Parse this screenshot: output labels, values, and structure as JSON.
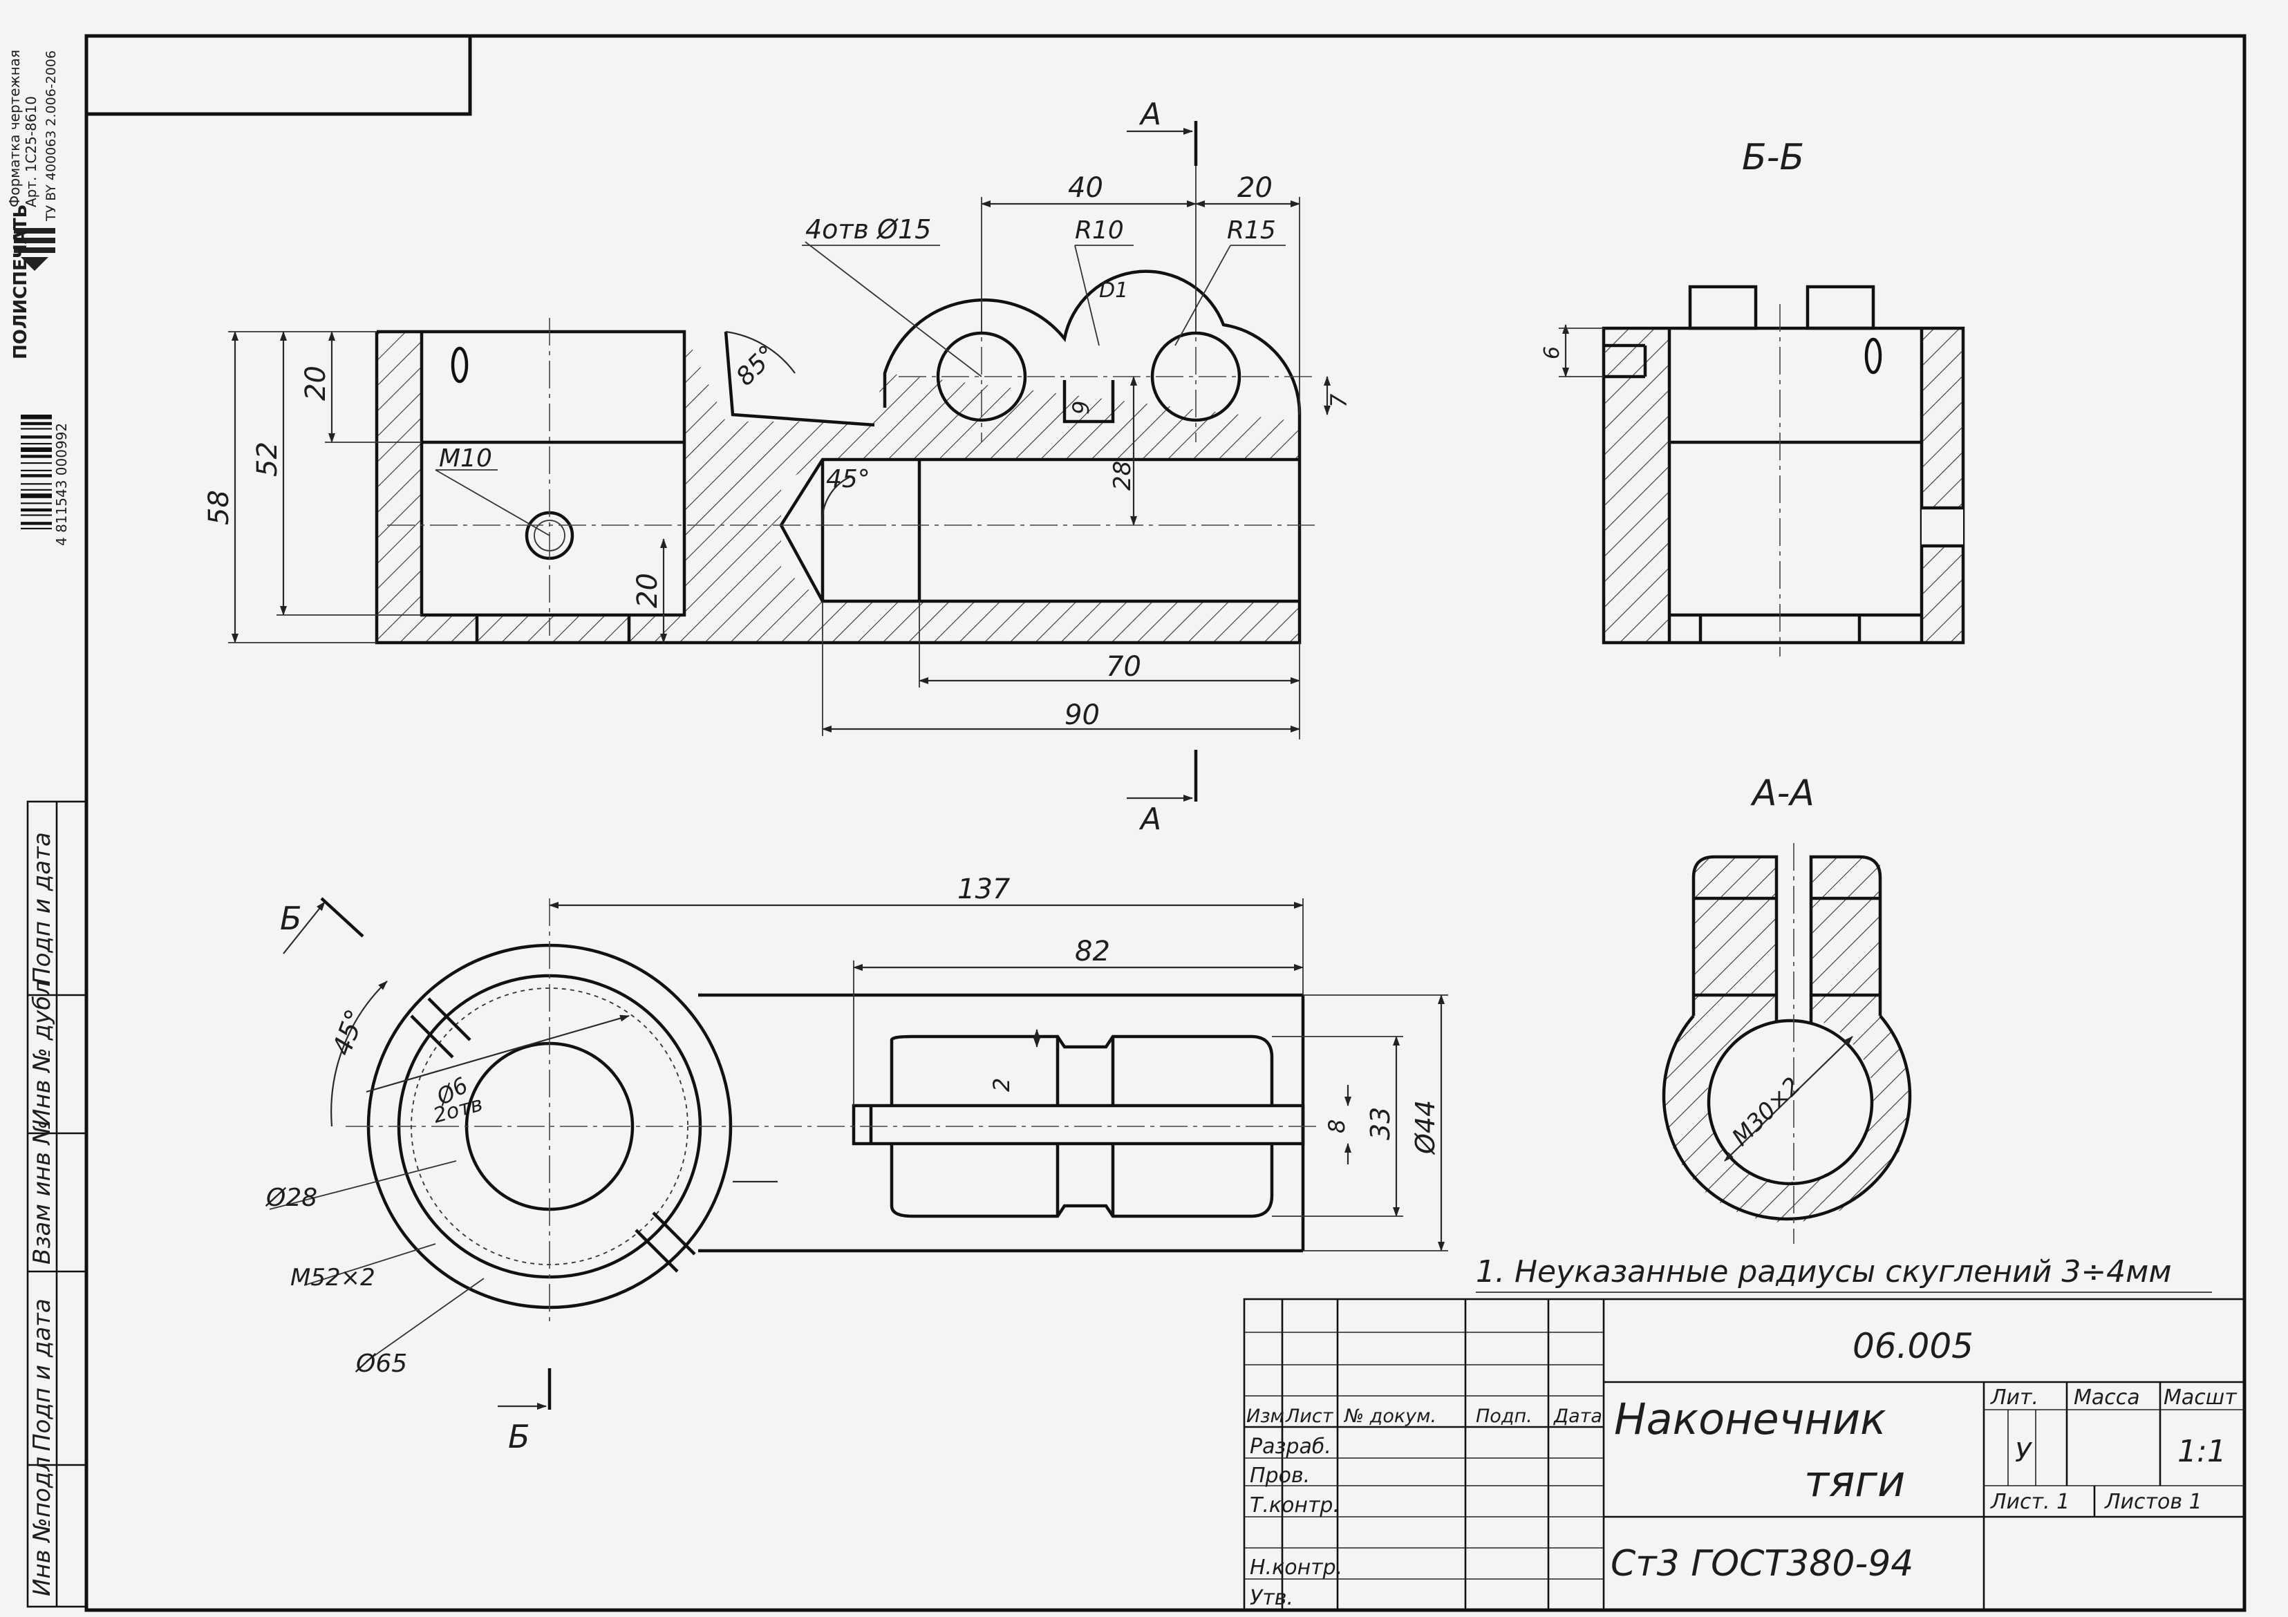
{
  "manufacturer": {
    "brand": "ПОЛИСПЕЧАТЬ",
    "product": "Форматка чертежная",
    "article": "Арт. 1С25-8610",
    "spec": "ТУ BY 400063 2.006-2006",
    "barcode_number": "4 811543 000992"
  },
  "side_stamp": {
    "cells": [
      "Инв №подл",
      "Подп и дата",
      "Взам инв №",
      "Инв № дубл",
      "Подп и дата"
    ]
  },
  "views": {
    "section_bb_title": "Б-Б",
    "section_aa_title": "А-А",
    "cut_mark_a_top": "А",
    "cut_mark_a_bottom": "А",
    "cut_mark_b_top": "Б",
    "cut_mark_b_bottom": "Б"
  },
  "dimensions": {
    "front_40": "40",
    "front_20": "20",
    "holes": "4отв Ø15",
    "r10": "R10",
    "r15": "R15",
    "d1": "D1",
    "d58": "58",
    "d52": "52",
    "d20_top": "20",
    "d85": "85°",
    "m10": "M10",
    "d45_cham": "45°",
    "d28_mid": "28",
    "d9": "9",
    "d7": "7",
    "d20_low": "20",
    "d70": "70",
    "d90": "90",
    "side_6": "6",
    "top_137": "137",
    "top_82": "82",
    "top_45": "45°",
    "top_d6": "Ø6",
    "top_2otv": "2отв",
    "top_2": "2",
    "top_8": "8",
    "top_33": "33",
    "top_44": "Ø44",
    "top_28": "Ø28",
    "top_m52": "M52×2",
    "top_65": "Ø65",
    "aa_m30": "M30×2"
  },
  "note": "1. Неуказанные радиусы скуглений 3÷4мм",
  "title_block": {
    "doc_number": "06.005",
    "part_name_line1": "Наконечник",
    "part_name_line2": "тяги",
    "material": "Ст3 ГОСТ380-94",
    "col_izm": "Изм",
    "col_list": "Лист",
    "col_doc": "№ докум.",
    "col_podp": "Подп.",
    "col_date": "Дата",
    "row_razrab": "Разраб.",
    "row_prov": "Пров.",
    "row_tkontr": "Т.контр.",
    "row_nkontr": "Н.контр.",
    "row_utv": "Утв.",
    "lit_label": "Лит.",
    "mass_label": "Масса",
    "scale_label": "Масшт",
    "lit_value": "У",
    "scale_value": "1:1",
    "sheet_label": "Лист. 1",
    "sheets_label": "Листов 1"
  }
}
